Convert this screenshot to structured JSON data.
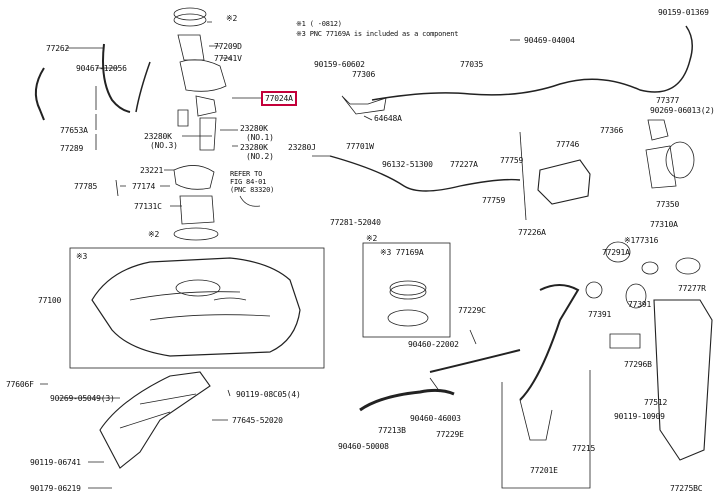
{
  "diagram": {
    "code": "77275BC",
    "highlight_color": "#c4003a",
    "legend": [
      {
        "mark": "※1",
        "text": "( -0812)"
      },
      {
        "mark": "※3",
        "text": "PNC 77169A is included as a component"
      }
    ],
    "parts": {
      "p77262": "77262",
      "p90467": "90467-12056",
      "p77209D": "77209D",
      "p77241V": "77241V",
      "p77024A": "77024A",
      "p77653A": "77653A",
      "p77289": "77289",
      "p23280K": "23280K",
      "p23280K_no3": "(NO.3)",
      "p23280K1": "23280K",
      "p23280K1_no1": "(NO.1)",
      "p23280K2": "23280K",
      "p23280K2_no2": "(NO.2)",
      "p23280J": "23280J",
      "p23221": "23221",
      "p77785": "77785",
      "p77174": "77174",
      "p77131C": "77131C",
      "refer_1": "REFER TO",
      "refer_2": "FIG 84-01",
      "refer_3": "(PNC 83320)",
      "p90159_60602": "90159-60602",
      "p77306": "77306",
      "p64648A": "64648A",
      "p77035": "77035",
      "p90469": "90469-04004",
      "p90159_01369": "90159-01369",
      "p77377": "77377",
      "p90269_06013": "90269-06013(2)",
      "p77366": "77366",
      "p77350": "77350",
      "p77701W": "77701W",
      "p96132": "96132-51300",
      "p77227A": "77227A",
      "p77759a": "77759",
      "p77746": "77746",
      "p77759b": "77759",
      "p77281": "77281-52040",
      "p77226A": "77226A",
      "p77310A": "77310A",
      "p177316": "※177316",
      "p77291A": "77291A",
      "p77277R": "77277R",
      "p77391": "77391",
      "p77391b": "77391",
      "p77229C": "77229C",
      "p77296B": "77296B",
      "p90460_22002": "90460-22002",
      "p77512": "77512",
      "p90119_10909": "90119-10909",
      "p77100": "77100",
      "p77169A": "※3 77169A",
      "p77606F": "77606F",
      "p90269_05049": "90269-05049(3)",
      "p90119_08C05": "90119-08C05(4)",
      "p77645": "77645-52020",
      "p90460_46003": "90460-46003",
      "p77213B": "77213B",
      "p90460_50008": "90460-50008",
      "p77229E": "77229E",
      "p77215": "77215",
      "p77201E": "77201E",
      "p90119_06741": "90119-06741",
      "p90179_06219": "90179-06219",
      "box_mark1": "※3",
      "box_mark2": "※2",
      "ring_mark1": "※2",
      "ring_mark2": "※2"
    }
  }
}
